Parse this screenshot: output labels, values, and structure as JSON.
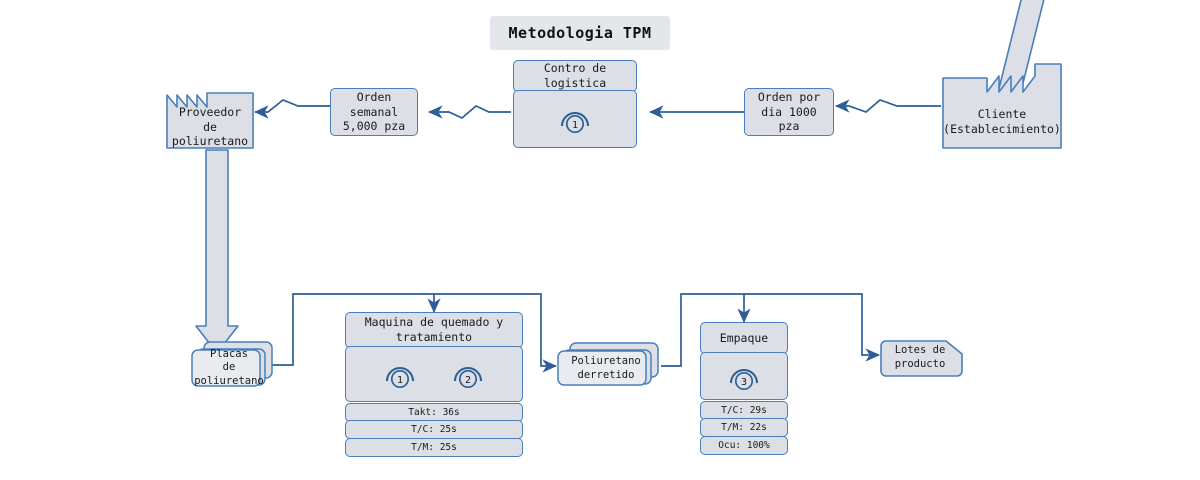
{
  "title": "Metodologia TPM",
  "colors": {
    "fill": "#dce0e6",
    "stroke": "#4a7ebb",
    "banner": "#e3e6ea",
    "text": "#1a1a1a"
  },
  "info_flow": {
    "supplier": {
      "label": "Proveedor\nde\npoliuretano",
      "icon": "factory-icon"
    },
    "weekly_order": {
      "label": "Orden\nsemanal\n5,000 pza"
    },
    "control": {
      "title": "Contro de\nlogistica",
      "operator": "1"
    },
    "daily_order": {
      "label": "Orden por\ndia 1000\npza"
    },
    "customer": {
      "label": "Cliente\n(Establecimiento)",
      "icon": "factory-icon"
    }
  },
  "material_flow": {
    "inventory_raw": {
      "label": "Placas\nde\npoliuretano",
      "icon": "inventory-stack-icon"
    },
    "process_burn": {
      "title": "Maquina de quemado y\ntratamiento",
      "operators": [
        "1",
        "2"
      ],
      "data": [
        "Takt: 36s",
        "T/C: 25s",
        "T/M: 25s"
      ]
    },
    "inventory_melted": {
      "label": "Poliuretano\nderretido",
      "icon": "inventory-stack-icon"
    },
    "process_pack": {
      "title": "Empaque",
      "operators": [
        "3"
      ],
      "data": [
        "T/C: 29s",
        "T/M: 22s",
        "Ocu: 100%"
      ]
    },
    "inventory_finished": {
      "label": "Lotes de\nproducto",
      "icon": "inventory-card-icon"
    }
  },
  "arrows": {
    "push_supplier_to_raw": "push-arrow-down-icon",
    "push_finished_to_customer": "push-arrow-up-right-icon",
    "info_customer_to_daily": "electronic-info-arrow-icon",
    "info_daily_to_control": "electronic-info-arrow-icon",
    "info_control_to_weekly": "electronic-info-arrow-icon",
    "info_weekly_to_supplier": "electronic-info-arrow-icon"
  }
}
